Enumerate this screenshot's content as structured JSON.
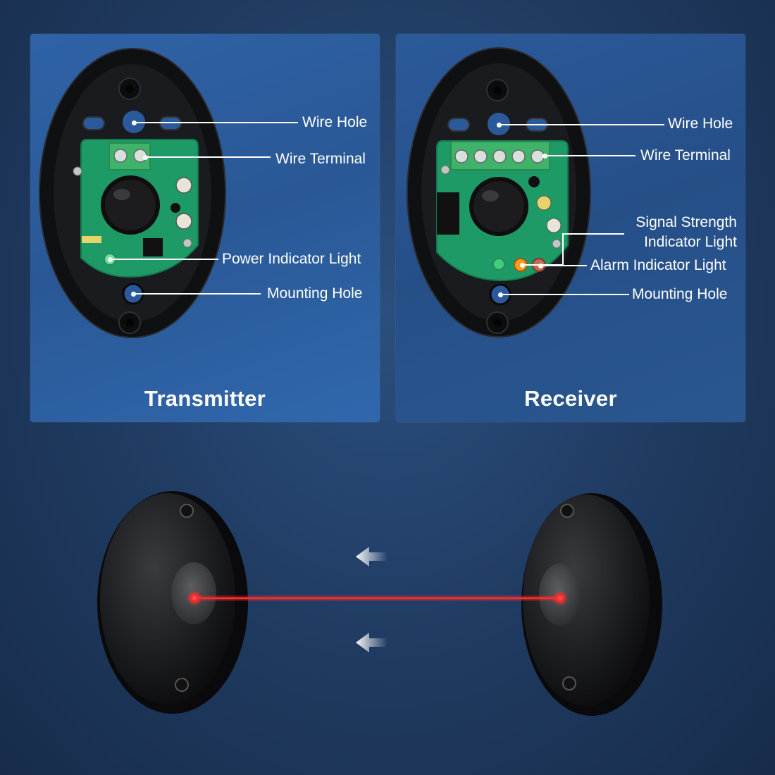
{
  "transmitter": {
    "title": "Transmitter",
    "labels": {
      "wire_hole": "Wire Hole",
      "wire_terminal": "Wire Terminal",
      "power_indicator": "Power Indicator Light",
      "mounting_hole": "Mounting Hole"
    }
  },
  "receiver": {
    "title": "Receiver",
    "labels": {
      "wire_hole": "Wire Hole",
      "wire_terminal": "Wire Terminal",
      "signal_strength_1": "Signal Strength",
      "signal_strength_2": "Indicator Light",
      "alarm_indicator": "Alarm Indicator Light",
      "mounting_hole": "Mounting Hole"
    }
  },
  "colors": {
    "background": "#1f3a60",
    "panel": "#2f62a6",
    "pcb": "#1e9a66",
    "terminal": "#3fb36a",
    "laser": "#ff2a2a"
  }
}
